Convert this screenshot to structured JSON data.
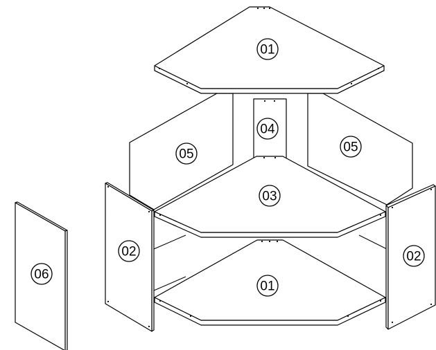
{
  "labels": {
    "top_shelf": "01",
    "back_left_panel": "05",
    "back_center_panel": "04",
    "back_right_panel": "05",
    "middle_shelf": "03",
    "bottom_shelf": "01",
    "left_side_panel": "02",
    "right_side_panel": "02",
    "door_panel": "06"
  }
}
